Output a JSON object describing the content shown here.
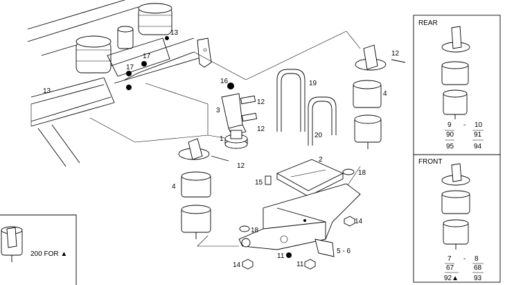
{
  "callouts": {
    "c13a": "13",
    "c13b": "13",
    "c17a": "17",
    "c17b": "17",
    "c16": "16",
    "c3": "3",
    "c12a": "12",
    "c12b": "12",
    "c12c": "12",
    "c12d": "12",
    "c1": "1",
    "c19": "19",
    "c20": "20",
    "c4a": "4",
    "c4b": "4",
    "c2": "2",
    "c18a": "18",
    "c18b": "18",
    "c15": "15",
    "c14a": "14",
    "c14b": "14",
    "c11a": "11",
    "c11b": "11",
    "c56": "5 - 6"
  },
  "rear_panel": {
    "title": "REAR",
    "r1a": "9",
    "r1sep": "-",
    "r1b": "10",
    "r2a": "90",
    "r2b": "91",
    "r3a": "95",
    "r3b": "94"
  },
  "front_panel": {
    "title": "FRONT",
    "r1a": "7",
    "r1sep": "-",
    "r1b": "8",
    "r2a": "67",
    "r2b": "68",
    "r3a": "92▲",
    "r3b": "93"
  },
  "bottom_left_panel": {
    "label": "200 FOR ▲"
  }
}
